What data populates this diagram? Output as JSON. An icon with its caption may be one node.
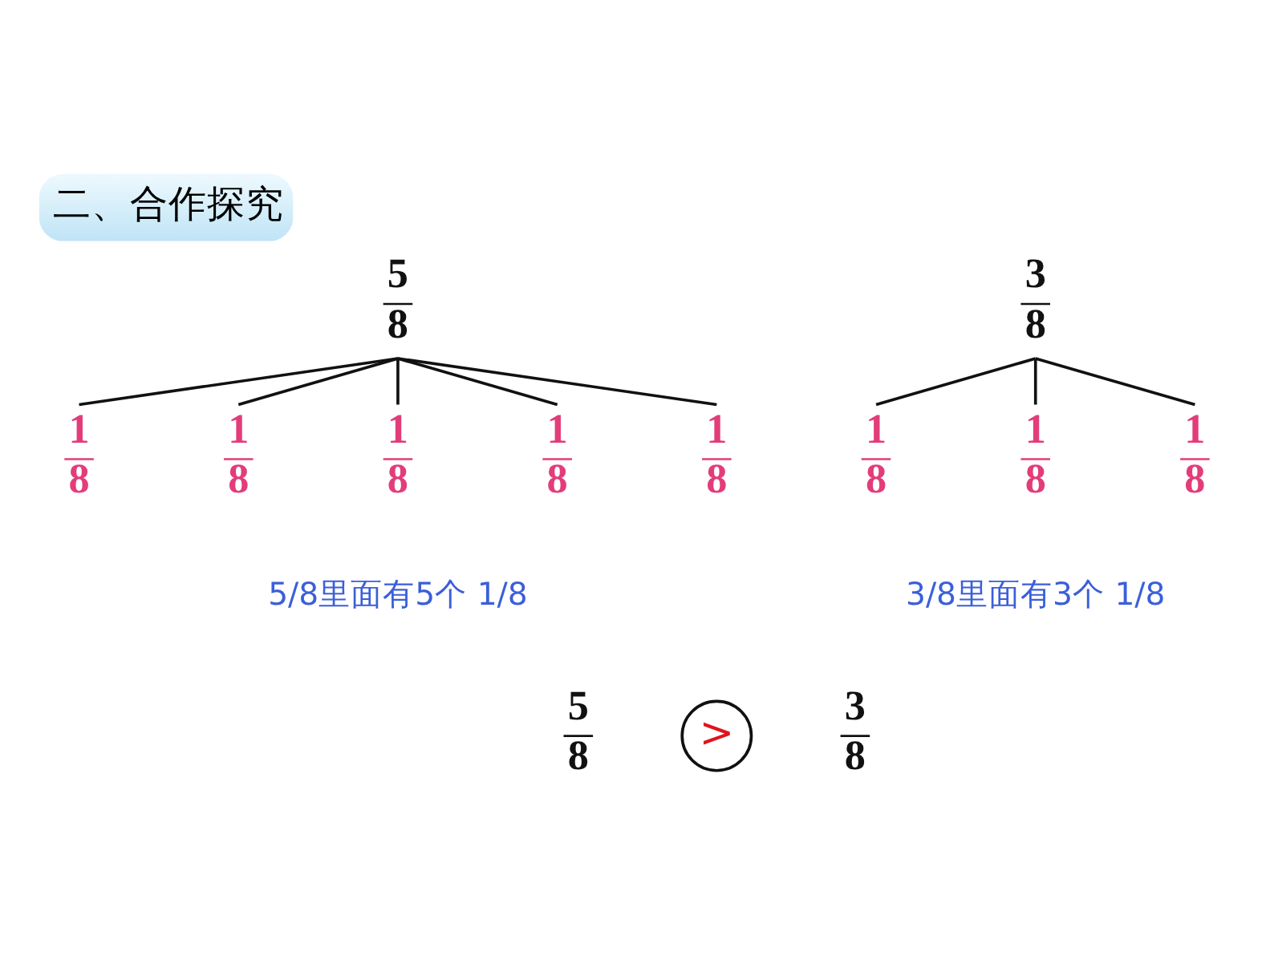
{
  "diagram": {
    "title": "二、合作探究",
    "nodes": [
      {
        "text": [
          "5",
          "8"
        ]
      },
      {
        "text": [
          "3",
          "8"
        ]
      },
      {
        "text": [
          "1",
          "8"
        ]
      },
      {
        "text": [
          "1",
          "8"
        ]
      },
      {
        "text": [
          "1",
          "8"
        ]
      },
      {
        "text": [
          "1",
          "8"
        ]
      },
      {
        "text": [
          "1",
          "8"
        ]
      },
      {
        "text": [
          "1",
          "8"
        ]
      },
      {
        "text": [
          "1",
          "8"
        ]
      },
      {
        "text": [
          "1",
          "8"
        ]
      },
      {
        "text": [
          "5",
          "8"
        ]
      },
      {
        "text": [
          ">"
        ]
      },
      {
        "text": [
          "3",
          "8"
        ]
      }
    ],
    "edges": [
      {
        "from": 0,
        "to": 2,
        "arrow": "none"
      },
      {
        "from": 0,
        "to": 3,
        "arrow": "none"
      },
      {
        "from": 0,
        "to": 4,
        "arrow": "none"
      },
      {
        "from": 0,
        "to": 5,
        "arrow": "none"
      },
      {
        "from": 0,
        "to": 6,
        "arrow": "none"
      },
      {
        "from": 1,
        "to": 7,
        "arrow": "none"
      },
      {
        "from": 1,
        "to": 8,
        "arrow": "none"
      },
      {
        "from": 1,
        "to": 9,
        "arrow": "none"
      }
    ],
    "labels": [
      "5/8里面有5个 1/8",
      "3/8里面有3个 1/8"
    ]
  }
}
